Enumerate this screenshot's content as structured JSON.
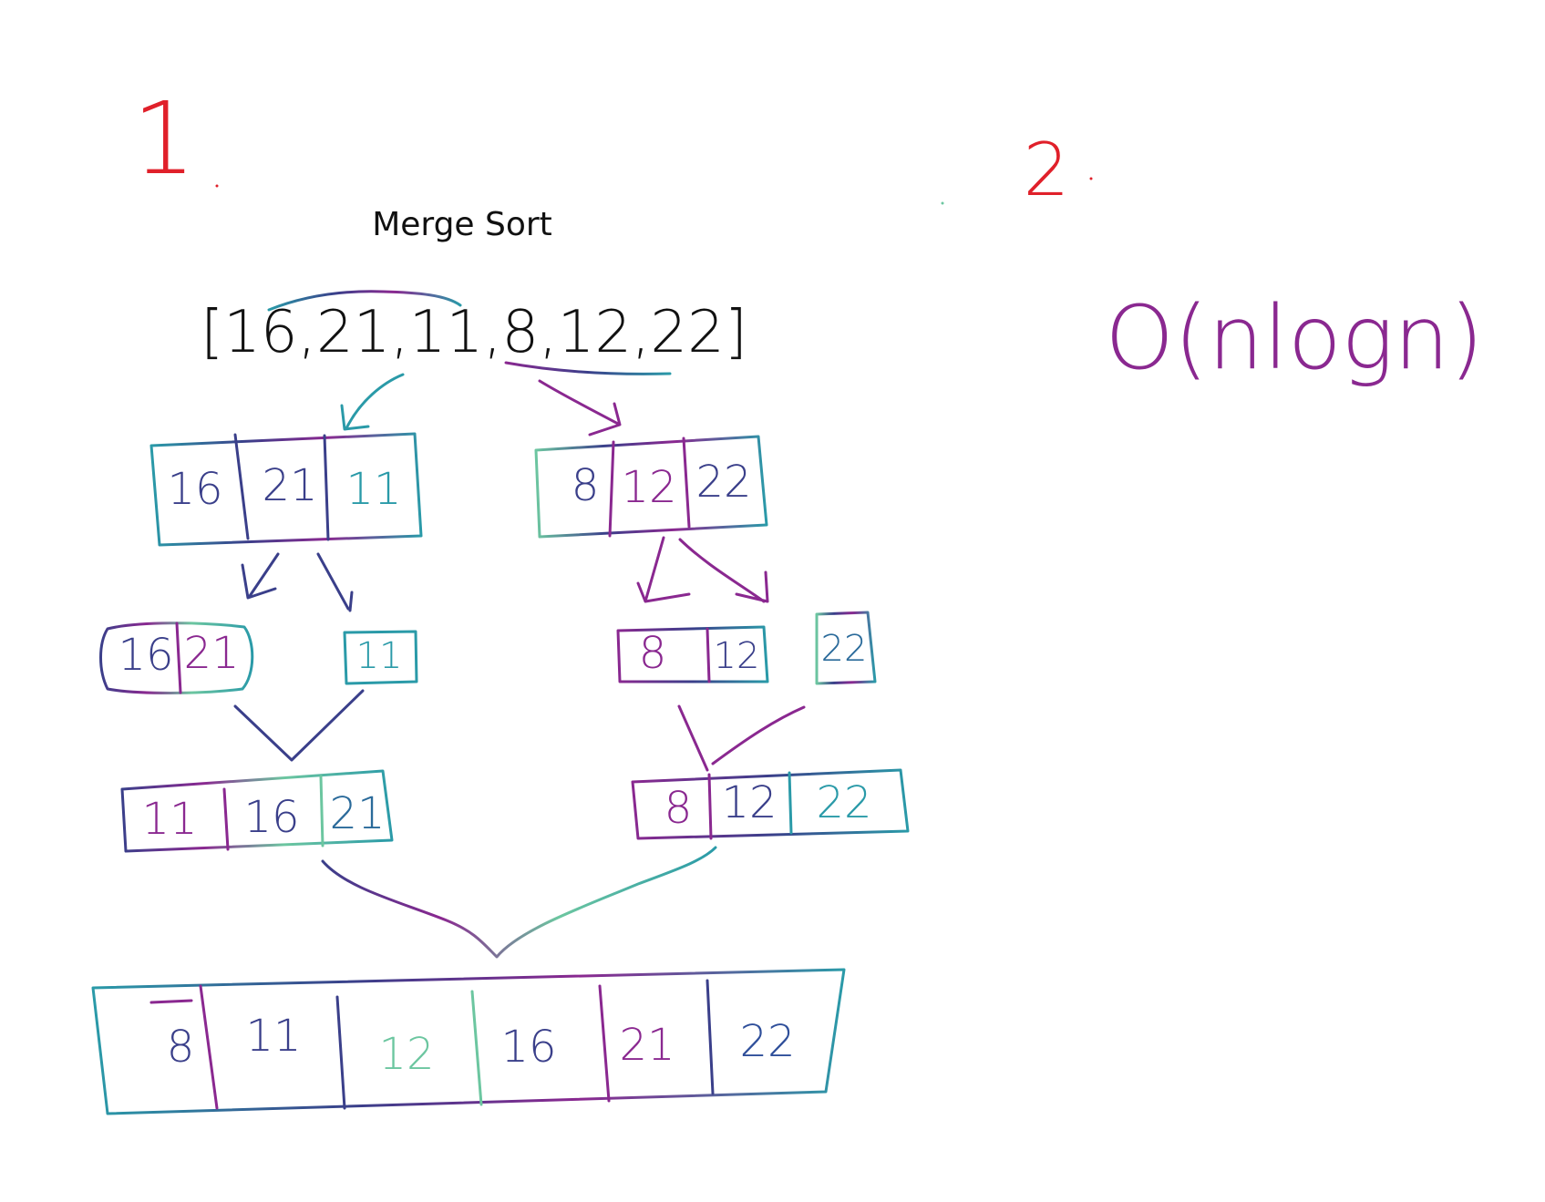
{
  "page_numbers": {
    "left": "1",
    "right": "2"
  },
  "title": "Merge Sort",
  "input_array": "[16,21,11,8,12,22]",
  "complexity": "O(nlogn)",
  "split_level_1": {
    "left": [
      "16",
      "21",
      "11"
    ],
    "right": [
      "8",
      "12",
      "22"
    ]
  },
  "split_level_2": {
    "left_pair": [
      "16",
      "21"
    ],
    "left_single": [
      "11"
    ],
    "right_pair": [
      "8",
      "12"
    ],
    "right_single": [
      "22"
    ]
  },
  "merge_level_1": {
    "left": [
      "11",
      "16",
      "21"
    ],
    "right": [
      "8",
      "12",
      "22"
    ]
  },
  "final_sorted": [
    "8",
    "11",
    "12",
    "16",
    "21",
    "22"
  ],
  "colors": {
    "page_number": "#e0202a",
    "title": "#111111",
    "array_text": "#111111",
    "purple": "#8a2890",
    "teal": "#2a9aa8",
    "blue": "#2f4f9a",
    "green": "#6cc6a0",
    "navy": "#3a3f8a"
  }
}
